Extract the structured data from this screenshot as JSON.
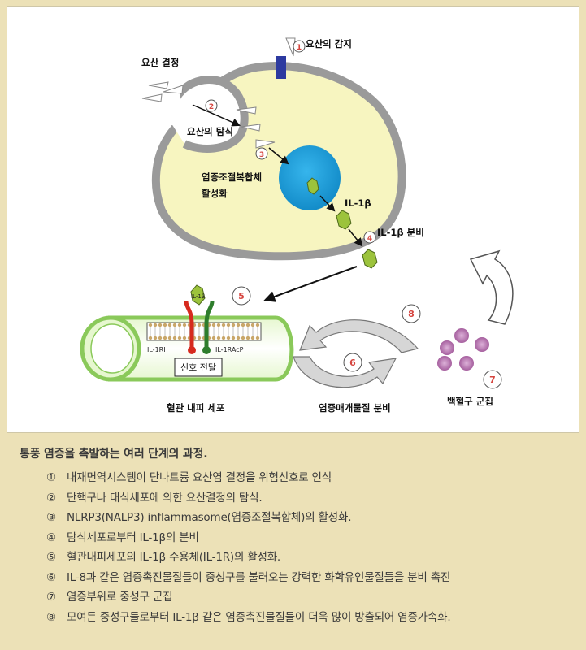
{
  "diagram": {
    "labels": {
      "uric_acid_sensing": "요산의 감지",
      "uric_acid_crystal": "요산 결정",
      "uric_acid_phagocytosis": "요산의 탐식",
      "inflammasome_activation_line1": "염증조절복합체",
      "inflammasome_activation_line2": "활성화",
      "il1b": "IL-1β",
      "il1b_secretion": "IL-1β  분비",
      "il1ri": "IL-1RI",
      "il1racp": "IL-1RAcP",
      "receptor_il1b": "IL-1β",
      "signal_transduction": "신호 전달",
      "endothelial_cell": "혈관 내피 세포",
      "mediator_secretion": "염증매개물질 분비",
      "neutrophil_cluster": "백혈구 군집"
    },
    "steps": [
      "1",
      "2",
      "3",
      "4",
      "5",
      "6",
      "7",
      "8"
    ],
    "colors": {
      "cell_body": "#f7f5c0",
      "cell_border": "#9a9a9a",
      "nucleus": "#1b9ad8",
      "il1b": "#9cc33c",
      "step_circle": "#d6453f",
      "receptor_red": "#d62a1e",
      "receptor_green": "#2e7d2c",
      "channel": "#4455aa"
    }
  },
  "caption": {
    "title": "통풍 염증을 촉발하는 여러 단계의 과정.",
    "items": [
      {
        "num": "①",
        "text": "내재면역시스템이 단나트륨 요산염 결정을 위험신호로 인식"
      },
      {
        "num": "②",
        "text": "단핵구나 대식세포에 의한 요산결정의 탐식."
      },
      {
        "num": "③",
        "text": "NLRP3(NALP3) inflammasome(염증조절복합체)의 활성화."
      },
      {
        "num": "④",
        "text": "탐식세포로부터 IL-1β의 분비"
      },
      {
        "num": "⑤",
        "text": "혈관내피세포의 IL-1β 수용체(IL-1R)의 활성화."
      },
      {
        "num": "⑥",
        "text": "IL-8과 같은 염증촉진물질들이 중성구를 불러오는 강력한 화학유인물질들을 분비 촉진"
      },
      {
        "num": "⑦",
        "text": "염증부위로 중성구 군집"
      },
      {
        "num": "⑧",
        "text": "모여든 중성구들로부터 IL-1β 같은 염증촉진물질들이 더욱 많이 방출되어 염증가속화."
      }
    ]
  }
}
